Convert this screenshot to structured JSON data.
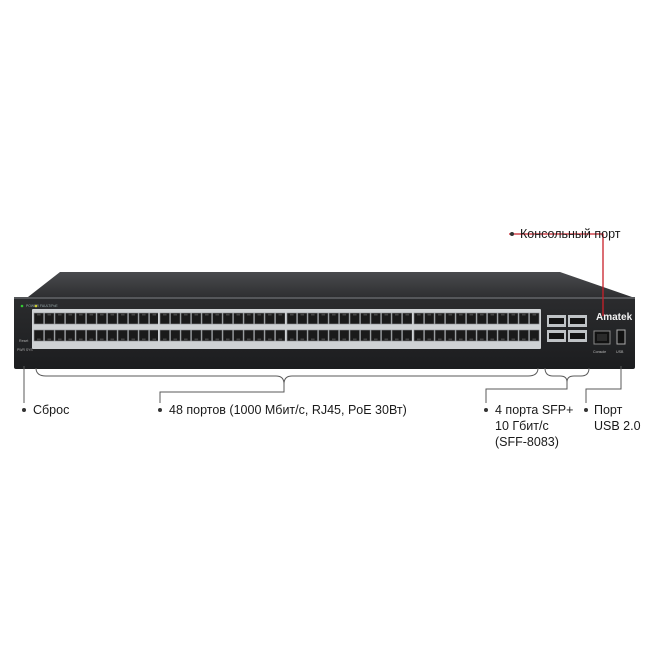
{
  "brand": "Amatek",
  "leds": {
    "power": "POWER",
    "fault": "FAULT/PoE"
  },
  "panel_text": {
    "reset": "Reset",
    "pwr": "PWR SYS",
    "console": "Console",
    "usb": "USB"
  },
  "callouts": {
    "console": "Консольный порт",
    "reset": "Сброс",
    "ports": "48 портов (1000 Мбит/с, RJ45, PoE 30Вт)",
    "sfp": [
      "4 порта SFP+",
      "10 Гбит/с",
      "(SFF-8083)"
    ],
    "usb": [
      "Порт",
      "USB 2.0"
    ]
  },
  "colors": {
    "chassis": "#3a3b3d",
    "chassis_dark": "#1f2022",
    "callout_line": "#5a5a5a",
    "console_line": "#c8202a"
  }
}
